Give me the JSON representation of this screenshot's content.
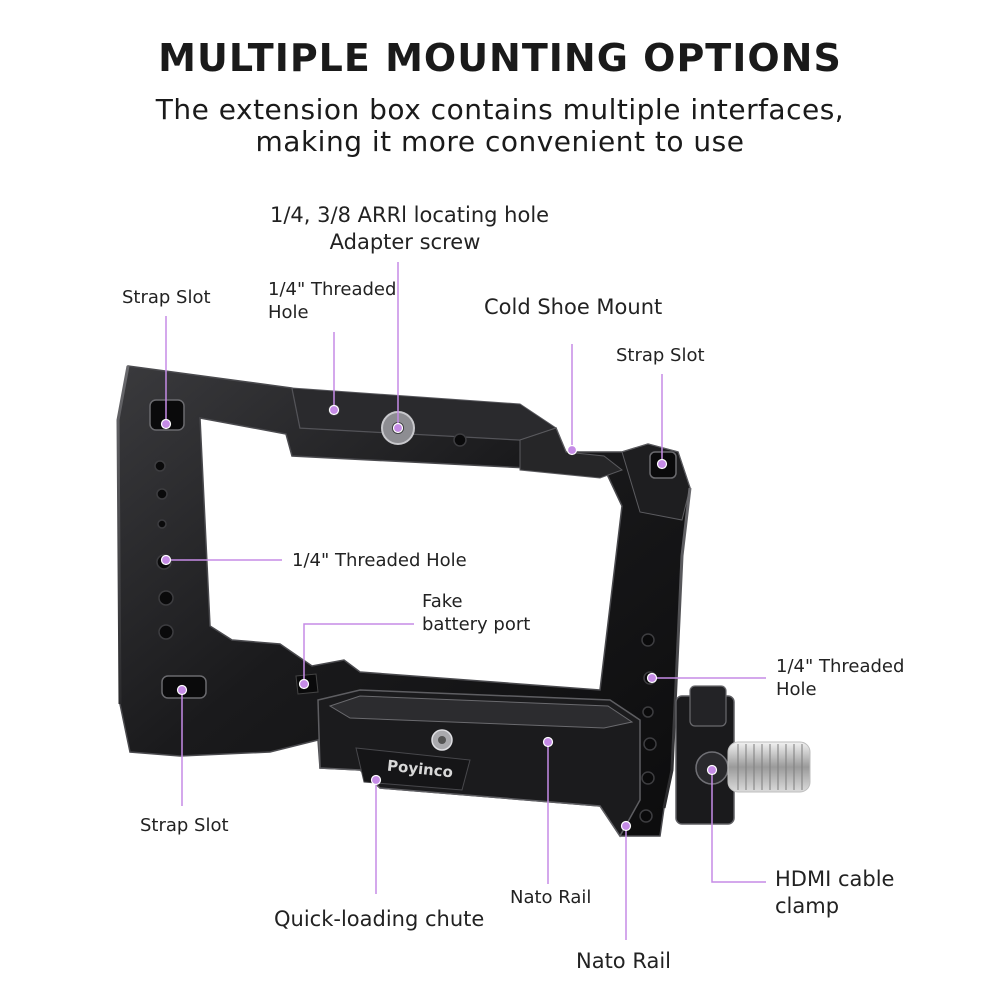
{
  "header": {
    "title": "MULTIPLE MOUNTING OPTIONS",
    "subtitle_line1": "The extension box contains multiple interfaces,",
    "subtitle_line2": "making it more convenient to use"
  },
  "brand": "Poyinco",
  "callouts": {
    "arri_line1": "1/4, 3/8 ARRl locating hole",
    "arri_line2": "Adapter screw",
    "strap_slot_top_left": "Strap Slot",
    "threaded_top_line1": "1/4\" Threaded",
    "threaded_top_line2": "Hole",
    "cold_shoe": "Cold Shoe Mount",
    "strap_slot_top_right": "Strap Slot",
    "threaded_left": "1/4\" Threaded Hole",
    "fake_battery_line1": "Fake",
    "fake_battery_line2": "battery port",
    "threaded_right_line1": "1/4\" Threaded",
    "threaded_right_line2": "Hole",
    "strap_slot_bottom": "Strap Slot",
    "nato_rail_1": "Nato Rail",
    "hdmi_line1": "HDMI cable",
    "hdmi_line2": "clamp",
    "quick_loading": "Quick-loading chute",
    "nato_rail_2": "Nato Rail"
  },
  "colors": {
    "callout_line": "#c58be6",
    "cage_body": "#1c1c1e",
    "background": "#ffffff"
  }
}
